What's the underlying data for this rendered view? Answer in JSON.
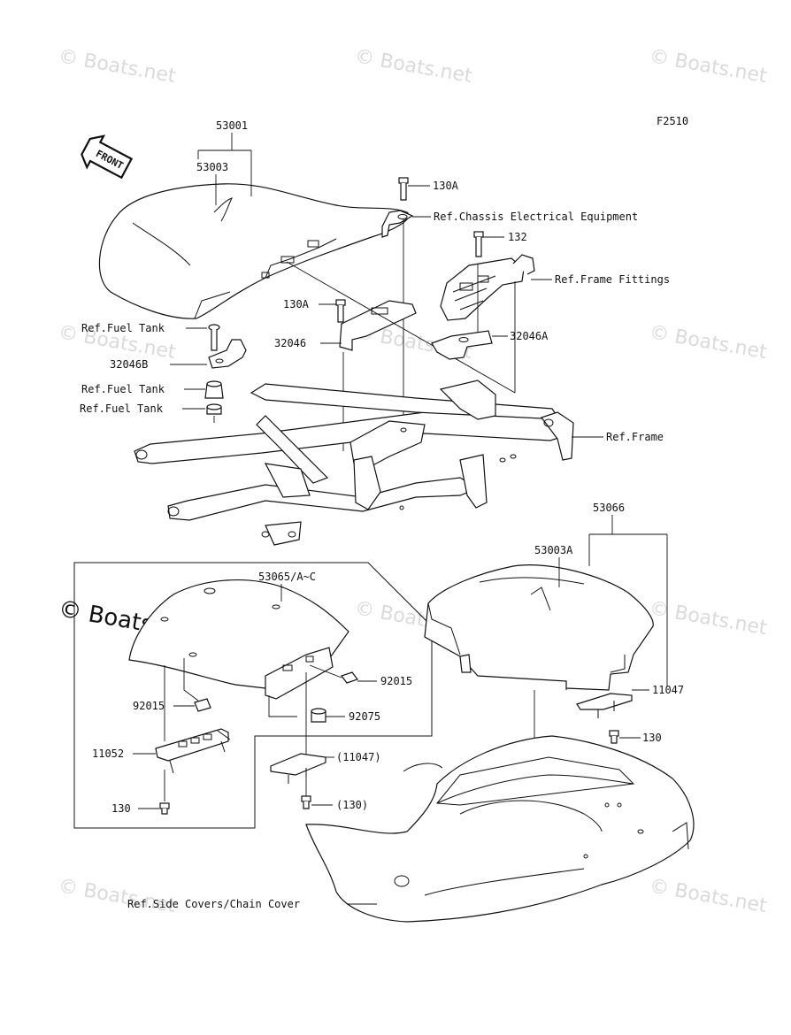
{
  "figure_code": "F2510",
  "front_arrow_label": "FRONT",
  "watermarks": {
    "text": "© Boats.net",
    "strong_text": "© Boats.net"
  },
  "labels": {
    "p53001": "53001",
    "p53003": "53003",
    "p130A_top": "130A",
    "ref_chassis": "Ref.Chassis Electrical Equipment",
    "p132": "132",
    "ref_frame_fittings": "Ref.Frame Fittings",
    "p130A_mid": "130A",
    "ref_fuel_tank_1": "Ref.Fuel Tank",
    "p32046": "32046",
    "p32046A": "32046A",
    "p32046B": "32046B",
    "ref_fuel_tank_2": "Ref.Fuel Tank",
    "ref_fuel_tank_3": "Ref.Fuel Tank",
    "ref_frame": "Ref.Frame",
    "p53066": "53066",
    "p53003A": "53003A",
    "p53065": "53065/A~C",
    "p92015_right": "92015",
    "p92015_left": "92015",
    "p92075": "92075",
    "p11047_right": "11047",
    "p11052": "11052",
    "p11047_paren": "(11047)",
    "p130_right": "130",
    "p130_paren": "(130)",
    "p130_left": "130",
    "ref_side_covers": "Ref.Side Covers/Chain Cover"
  }
}
